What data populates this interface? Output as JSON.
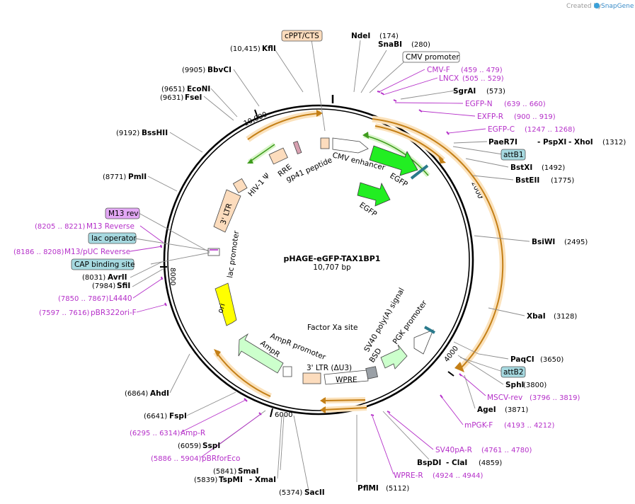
{
  "branding": {
    "created_by": "Created by",
    "app": "SnapGene"
  },
  "plasmid": {
    "name": "pHAGE-eGFP-TAX1BP1",
    "size": "10,707 bp"
  },
  "tick_labels": [
    "10,000",
    "2000",
    "4000",
    "6000",
    "8000"
  ],
  "sites": [
    {
      "name": "NdeI",
      "pos": "(174)"
    },
    {
      "name": "SnaBI",
      "pos": "(280)"
    },
    {
      "name": "SgrAI",
      "pos": "(573)"
    },
    {
      "name": "PaeR7I",
      "name2": "- PspXI",
      "name3": "- XhoI",
      "pos": "(1312)"
    },
    {
      "name": "BstXI",
      "pos": "(1492)"
    },
    {
      "name": "BstEII",
      "pos": "(1775)"
    },
    {
      "name": "BsiWI",
      "pos": "(2495)"
    },
    {
      "name": "XbaI",
      "pos": "(3128)"
    },
    {
      "name": "PaqCI",
      "pos": "(3650)"
    },
    {
      "name": "SphI",
      "pos": "(3800)"
    },
    {
      "name": "AgeI",
      "pos": "(3871)"
    },
    {
      "name": "BspDI",
      "name2": "- ClaI",
      "pos": "(4859)"
    },
    {
      "name": "PflMI",
      "pos": "(5112)"
    },
    {
      "name": "SacII",
      "pos": "(5374)"
    },
    {
      "name": "SmaI",
      "pos": "(5841)"
    },
    {
      "name": "TspMI",
      "name2": "- XmaI",
      "pos": "(5839)"
    },
    {
      "name": "SspI",
      "pos": "(6059)"
    },
    {
      "name": "FspI",
      "pos": "(6641)"
    },
    {
      "name": "AhdI",
      "pos": "(6864)"
    },
    {
      "name": "SfiI",
      "pos": "(7984)"
    },
    {
      "name": "AvrII",
      "pos": "(8031)"
    },
    {
      "name": "PmlI",
      "pos": "(8771)"
    },
    {
      "name": "BssHII",
      "pos": "(9192)"
    },
    {
      "name": "FseI",
      "pos": "(9631)"
    },
    {
      "name": "EcoNI",
      "pos": "(9651)"
    },
    {
      "name": "BbvCI",
      "pos": "(9905)"
    },
    {
      "name": "KflI",
      "pos": "(10,415)"
    }
  ],
  "primers": [
    {
      "name": "CMV-F",
      "range": "(459 .. 479)"
    },
    {
      "name": "LNCX",
      "range": "(505 .. 529)"
    },
    {
      "name": "EGFP-N",
      "range": "(639 .. 660)"
    },
    {
      "name": "EXFP-R",
      "range": "(900 .. 919)"
    },
    {
      "name": "EGFP-C",
      "range": "(1247 .. 1268)"
    },
    {
      "name": "MSCV-rev",
      "range": "(3796 .. 3819)"
    },
    {
      "name": "mPGK-F",
      "range": "(4193 .. 4212)"
    },
    {
      "name": "SV40pA-R",
      "range": "(4761 .. 4780)"
    },
    {
      "name": "WPRE-R",
      "range": "(4924 .. 4944)"
    },
    {
      "name": "pBRforEco",
      "range": "(5886 .. 5904)"
    },
    {
      "name": "Amp-R",
      "range": "(6295 .. 6314)"
    },
    {
      "name": "pBR322ori-F",
      "range": "(7597 .. 7616)"
    },
    {
      "name": "L4440",
      "range": "(7850 .. 7867)"
    },
    {
      "name": "M13/pUC Reverse",
      "range": "(8186 .. 8208)"
    },
    {
      "name": "M13 Reverse",
      "range": "(8205 .. 8221)"
    }
  ],
  "boxed_labels": {
    "cppt": "cPPT/CTS",
    "cmv_promoter": "CMV promoter",
    "attb1": "attB1",
    "attb2": "attB2",
    "m13rev": "M13 rev",
    "lac_operator": "lac operator",
    "cap": "CAP binding site"
  },
  "features": {
    "cmv_enhancer": "CMV enhancer",
    "egfp_inner": "EGFP",
    "egfp_outer": "EGFP",
    "hiv_psi": "HIV-1 Ψ",
    "rre": "RRE",
    "gp41": "gp41 peptide",
    "ltr5": "3' LTR",
    "lac_promoter": "lac promoter",
    "ori": "ori",
    "ampr": "AmpR",
    "ampr_promoter": "AmpR promoter",
    "factor_xa": "Factor Xa site",
    "ltr3": "3' LTR (ΔU3)",
    "wpre": "WPRE",
    "bsd": "BSD",
    "sv40": "SV40 poly(A) signal",
    "pgk": "PGK promoter"
  },
  "colors": {
    "backbone": "#000000",
    "primer": "#b530c9",
    "gfp": "#22ee22",
    "gene_outline": "#e8a33a",
    "ori": "#ffff00",
    "ltr": "#fcdcbd",
    "ampr": "#ccffcc",
    "box_teal": "#a6d9e0",
    "box_purple": "#e3a8f5"
  }
}
